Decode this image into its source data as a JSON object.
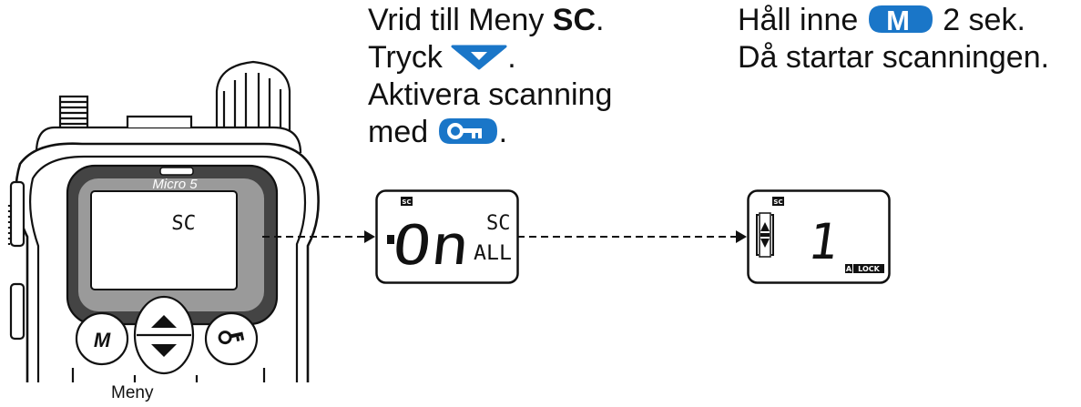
{
  "radio": {
    "brand_label": "Micro 5",
    "screen_text": "SC",
    "m_key": "M",
    "caption": "Meny"
  },
  "step1": {
    "line1_prefix": "Vrid till Meny ",
    "line1_bold": "SC",
    "line1_suffix": ".",
    "line2_prefix": "Tryck ",
    "line2_suffix": ".",
    "line3": "Aktivera scanning",
    "line4_prefix": "med ",
    "line4_suffix": "."
  },
  "step2": {
    "line1_prefix": "Håll inne ",
    "line1_key": "M",
    "line1_suffix": " 2 sek.",
    "line2": "Då startar scanningen."
  },
  "lcd1": {
    "indicator": "SC",
    "main": "On",
    "top_right": "SC",
    "bottom_right": "ALL"
  },
  "lcd2": {
    "indicator": "SC",
    "channel": "1",
    "flag_a": "A",
    "flag_lock": "LOCK"
  },
  "colors": {
    "key_blue": "#1a76c8",
    "outline": "#111111"
  }
}
